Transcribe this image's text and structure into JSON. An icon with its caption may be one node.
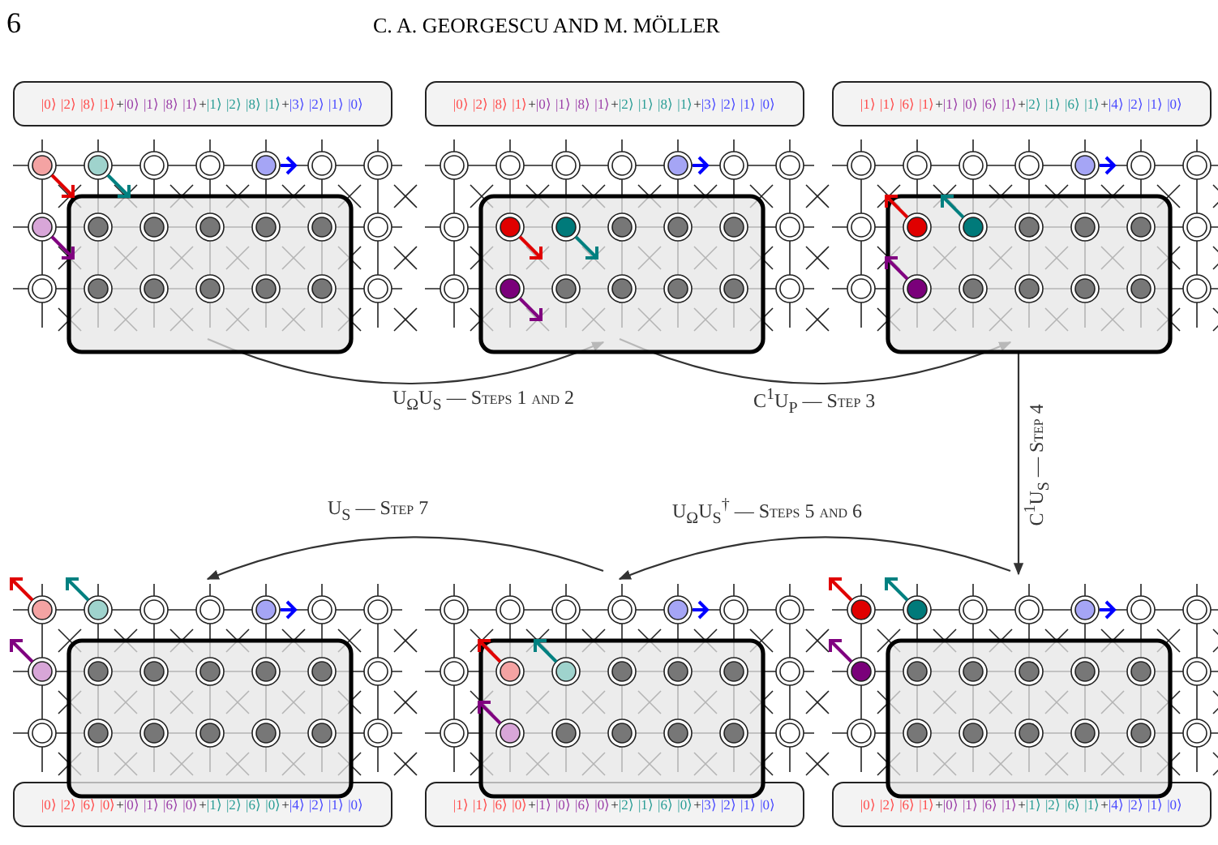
{
  "diagram": {
    "nodes": [
      {
        "text": [
          "|0⟩ |2⟩ |8⟩ |1⟩+|0⟩ |1⟩ |8⟩ |1⟩+|1⟩ |2⟩ |8⟩ |1⟩+|3⟩ |2⟩ |1⟩ |0⟩"
        ]
      },
      {
        "text": [
          "|0⟩ |2⟩ |8⟩ |1⟩+|0⟩ |1⟩ |8⟩ |1⟩+|2⟩ |1⟩ |8⟩ |1⟩+|3⟩ |2⟩ |1⟩ |0⟩"
        ]
      },
      {
        "text": [
          "|1⟩ |1⟩ |6⟩ |1⟩+|1⟩ |0⟩ |6⟩ |1⟩+|2⟩ |1⟩ |6⟩ |1⟩+|4⟩ |2⟩ |1⟩ |0⟩"
        ]
      },
      {
        "text": [
          "|0⟩ |2⟩ |6⟩ |0⟩+|0⟩ |1⟩ |6⟩ |0⟩+|1⟩ |2⟩ |6⟩ |0⟩+|4⟩ |2⟩ |1⟩ |0⟩"
        ]
      },
      {
        "text": [
          "|1⟩ |1⟩ |6⟩ |0⟩+|1⟩ |0⟩ |6⟩ |0⟩+|2⟩ |1⟩ |6⟩ |0⟩+|3⟩ |2⟩ |1⟩ |0⟩"
        ]
      },
      {
        "text": [
          "|0⟩ |2⟩ |6⟩ |1⟩+|0⟩ |1⟩ |6⟩ |1⟩+|1⟩ |2⟩ |6⟩ |1⟩+|4⟩ |2⟩ |1⟩ |0⟩"
        ]
      }
    ],
    "edges": [
      {
        "from": 0,
        "to": 1,
        "arrow": "to",
        "label": "U$_{Ω}$U$_{S}$ — Steps 1 and 2"
      },
      {
        "from": 1,
        "to": 2,
        "arrow": "to",
        "label": "C$^{1}$U$_{P}$ — Step 3"
      },
      {
        "from": 2,
        "to": 5,
        "arrow": "to",
        "label": "C$^{1}$U$_{S}$ — Step 4"
      },
      {
        "from": 5,
        "to": 4,
        "arrow": "to",
        "label": "U$_{Ω}$U$_{S}$$^{†}$ — Steps 5 and 6"
      },
      {
        "from": 4,
        "to": 3,
        "arrow": "to",
        "label": "U$_{S}$ — Step 7"
      }
    ],
    "labels": [
      "6",
      "C. A. GEORGESCU AND M. MÖLLER"
    ]
  }
}
